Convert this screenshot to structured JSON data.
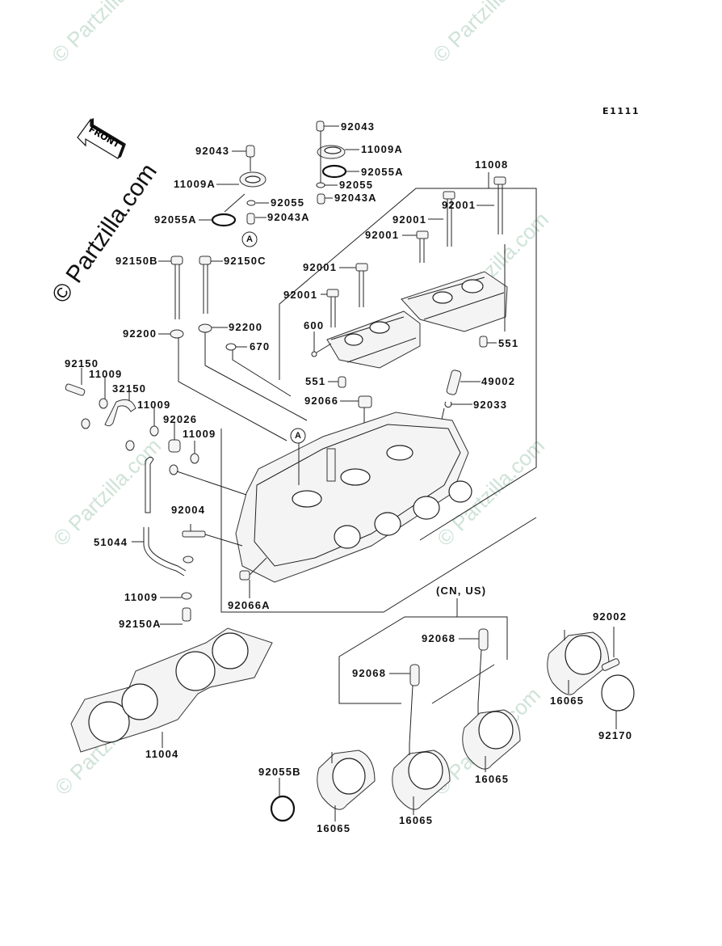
{
  "diagram": {
    "code": "E1111",
    "front_label": "FRONT",
    "watermark": "© Partzilla.com",
    "variant_note": "(CN, US)",
    "callout_a": "A",
    "accent_colors": {
      "ink": "#111111",
      "watermark": "#cfe3d8"
    }
  },
  "labels": [
    {
      "id": "92043-left",
      "text": "92043"
    },
    {
      "id": "11009A-left",
      "text": "11009A"
    },
    {
      "id": "92055-left",
      "text": "92055"
    },
    {
      "id": "92055A-left",
      "text": "92055A"
    },
    {
      "id": "92043A-left",
      "text": "92043A"
    },
    {
      "id": "92043-right",
      "text": "92043"
    },
    {
      "id": "11009A-right",
      "text": "11009A"
    },
    {
      "id": "92055A-right",
      "text": "92055A"
    },
    {
      "id": "92055-right",
      "text": "92055"
    },
    {
      "id": "92043A-right",
      "text": "92043A"
    },
    {
      "id": "11008",
      "text": "11008"
    },
    {
      "id": "92001-a",
      "text": "92001"
    },
    {
      "id": "92001-b",
      "text": "92001"
    },
    {
      "id": "92001-c",
      "text": "92001"
    },
    {
      "id": "92001-d",
      "text": "92001"
    },
    {
      "id": "92001-e",
      "text": "92001"
    },
    {
      "id": "92150B",
      "text": "92150B"
    },
    {
      "id": "92150C",
      "text": "92150C"
    },
    {
      "id": "600",
      "text": "600"
    },
    {
      "id": "551-right",
      "text": "551"
    },
    {
      "id": "92200-left",
      "text": "92200"
    },
    {
      "id": "92200-right",
      "text": "92200"
    },
    {
      "id": "670",
      "text": "670"
    },
    {
      "id": "551-left",
      "text": "551"
    },
    {
      "id": "49002",
      "text": "49002"
    },
    {
      "id": "92066",
      "text": "92066"
    },
    {
      "id": "92033",
      "text": "92033"
    },
    {
      "id": "92150",
      "text": "92150"
    },
    {
      "id": "11009-a",
      "text": "11009"
    },
    {
      "id": "32150",
      "text": "32150"
    },
    {
      "id": "11009-b",
      "text": "11009"
    },
    {
      "id": "92026",
      "text": "92026"
    },
    {
      "id": "11009-c",
      "text": "11009"
    },
    {
      "id": "92004",
      "text": "92004"
    },
    {
      "id": "51044",
      "text": "51044"
    },
    {
      "id": "11009-d",
      "text": "11009"
    },
    {
      "id": "92066A",
      "text": "92066A"
    },
    {
      "id": "92150A",
      "text": "92150A"
    },
    {
      "id": "11004",
      "text": "11004"
    },
    {
      "id": "92068-upper",
      "text": "92068"
    },
    {
      "id": "92068-lower",
      "text": "92068"
    },
    {
      "id": "92002",
      "text": "92002"
    },
    {
      "id": "16065-right",
      "text": "16065"
    },
    {
      "id": "92170",
      "text": "92170"
    },
    {
      "id": "16065-mid",
      "text": "16065"
    },
    {
      "id": "92055B",
      "text": "92055B"
    },
    {
      "id": "16065-left",
      "text": "16065"
    },
    {
      "id": "16065-center",
      "text": "16065"
    }
  ]
}
